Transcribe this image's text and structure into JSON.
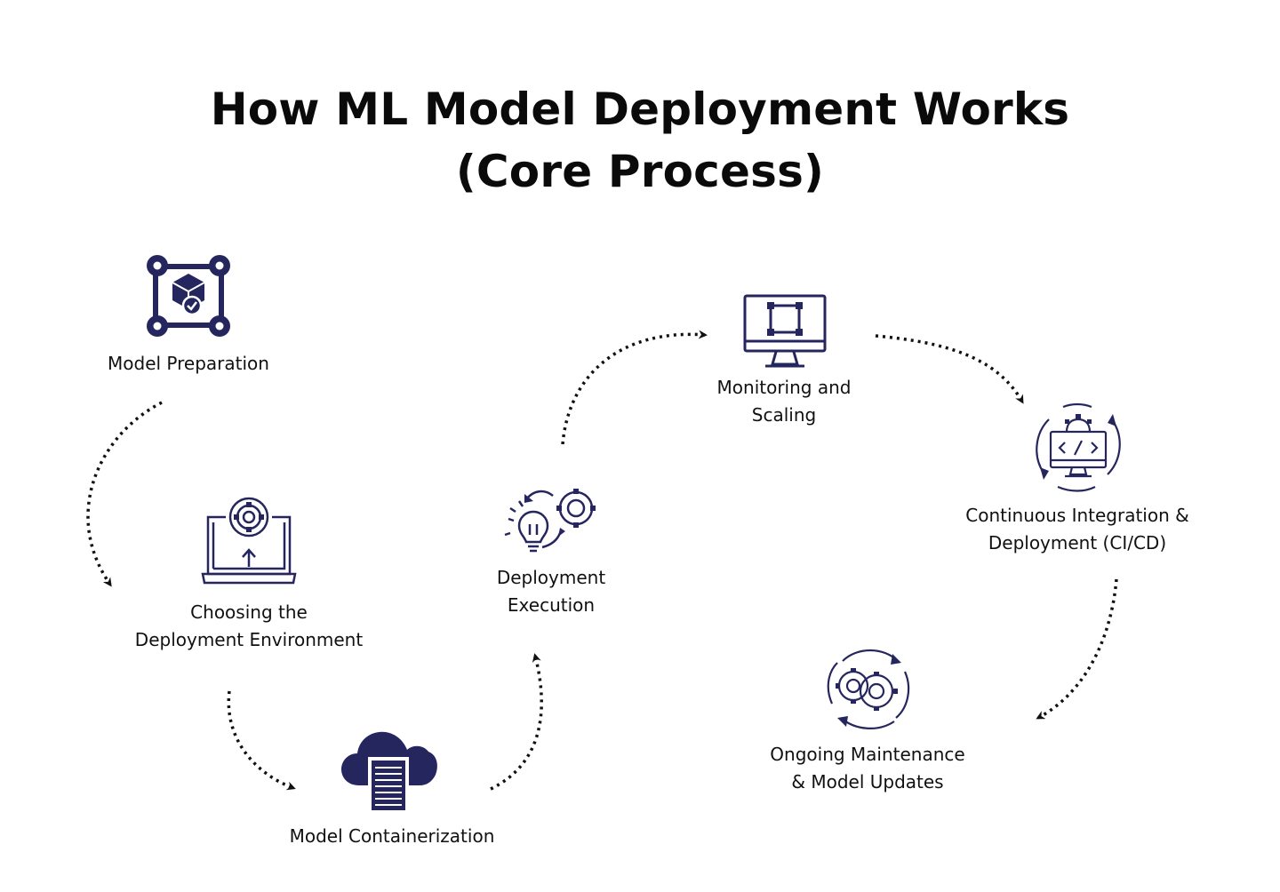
{
  "title": {
    "line1": "How ML Model Deployment Works",
    "line2": "(Core Process)"
  },
  "colors": {
    "icon": "#26265f",
    "arrow": "#111111",
    "text": "#111111"
  },
  "steps": [
    {
      "id": "model-preparation",
      "icon": "model-box-icon",
      "lines": [
        "Model Preparation"
      ]
    },
    {
      "id": "choosing-environment",
      "icon": "laptop-gear-icon",
      "lines": [
        "Choosing the",
        "Deployment Environment"
      ]
    },
    {
      "id": "model-containerization",
      "icon": "cloud-server-icon",
      "lines": [
        "Model Containerization"
      ]
    },
    {
      "id": "deployment-execution",
      "icon": "lightbulb-gears-icon",
      "lines": [
        "Deployment",
        "Execution"
      ]
    },
    {
      "id": "monitoring-scaling",
      "icon": "monitor-icon",
      "lines": [
        "Monitoring and",
        "Scaling"
      ]
    },
    {
      "id": "ci-cd",
      "icon": "code-cycle-icon",
      "lines": [
        "Continuous Integration &",
        "Deployment (CI/CD)"
      ]
    },
    {
      "id": "maintenance",
      "icon": "gears-cycle-icon",
      "lines": [
        "Ongoing Maintenance",
        "& Model Updates"
      ]
    }
  ]
}
